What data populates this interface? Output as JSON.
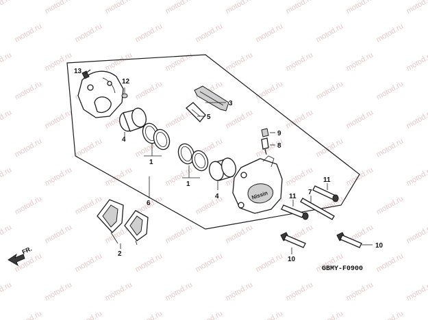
{
  "watermark_text": "motod.ru",
  "diagram_code": "GBMY-F0900",
  "direction_label": "FR.",
  "brand_mark": "Nissin",
  "colors": {
    "line": "#1a1a1a",
    "watermark": "#e6c9c9",
    "background": "#ffffff"
  },
  "callouts": [
    {
      "id": "13",
      "label": "13"
    },
    {
      "id": "12",
      "label": "12"
    },
    {
      "id": "3",
      "label": "3"
    },
    {
      "id": "5",
      "label": "5"
    },
    {
      "id": "4a",
      "label": "4"
    },
    {
      "id": "1a",
      "label": "1"
    },
    {
      "id": "9",
      "label": "9"
    },
    {
      "id": "8",
      "label": "8"
    },
    {
      "id": "6",
      "label": "6"
    },
    {
      "id": "1b",
      "label": "1"
    },
    {
      "id": "4b",
      "label": "4"
    },
    {
      "id": "11a",
      "label": "11"
    },
    {
      "id": "11b",
      "label": "11"
    },
    {
      "id": "7",
      "label": "7"
    },
    {
      "id": "2",
      "label": "2"
    },
    {
      "id": "10a",
      "label": "10"
    },
    {
      "id": "10b",
      "label": "10"
    }
  ]
}
